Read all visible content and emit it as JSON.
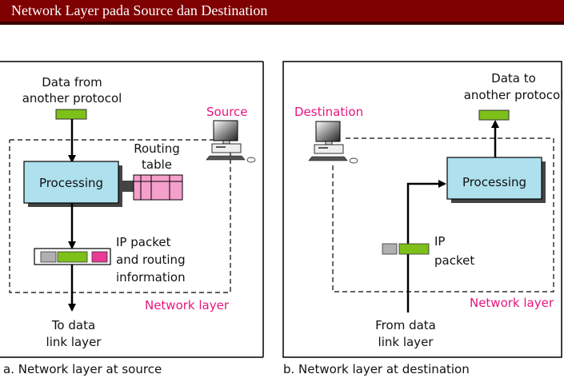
{
  "header": {
    "title": "Network Layer pada Source dan Destination"
  },
  "colors": {
    "title_bg": "#7f0000",
    "accent_pink": "#e6157e",
    "processing_fill": "#aee0ee",
    "routing_table_fill": "#f59fcb",
    "data_green": "#7dc01a",
    "header_gray": "#b0b0b0",
    "trailer_pink": "#ea3a95"
  },
  "panel_source": {
    "input_label_line1": "Data from",
    "input_label_line2": "another protocol",
    "node_label": "Source",
    "processing_label": "Processing",
    "routing_table_line1": "Routing",
    "routing_table_line2": "table",
    "packet_label_line1": "IP packet",
    "packet_label_line2": "and routing",
    "packet_label_line3": "information",
    "layer_label": "Network layer",
    "output_label_line1": "To data",
    "output_label_line2": "link layer",
    "caption": "a. Network layer at source"
  },
  "panel_destination": {
    "output_label_line1": "Data to",
    "output_label_line2": "another protocol",
    "node_label": "Destination",
    "processing_label": "Processing",
    "packet_label_line1": "IP",
    "packet_label_line2": "packet",
    "layer_label": "Network layer",
    "input_label_line1": "From data",
    "input_label_line2": "link layer",
    "caption": "b. Network layer at destination"
  }
}
